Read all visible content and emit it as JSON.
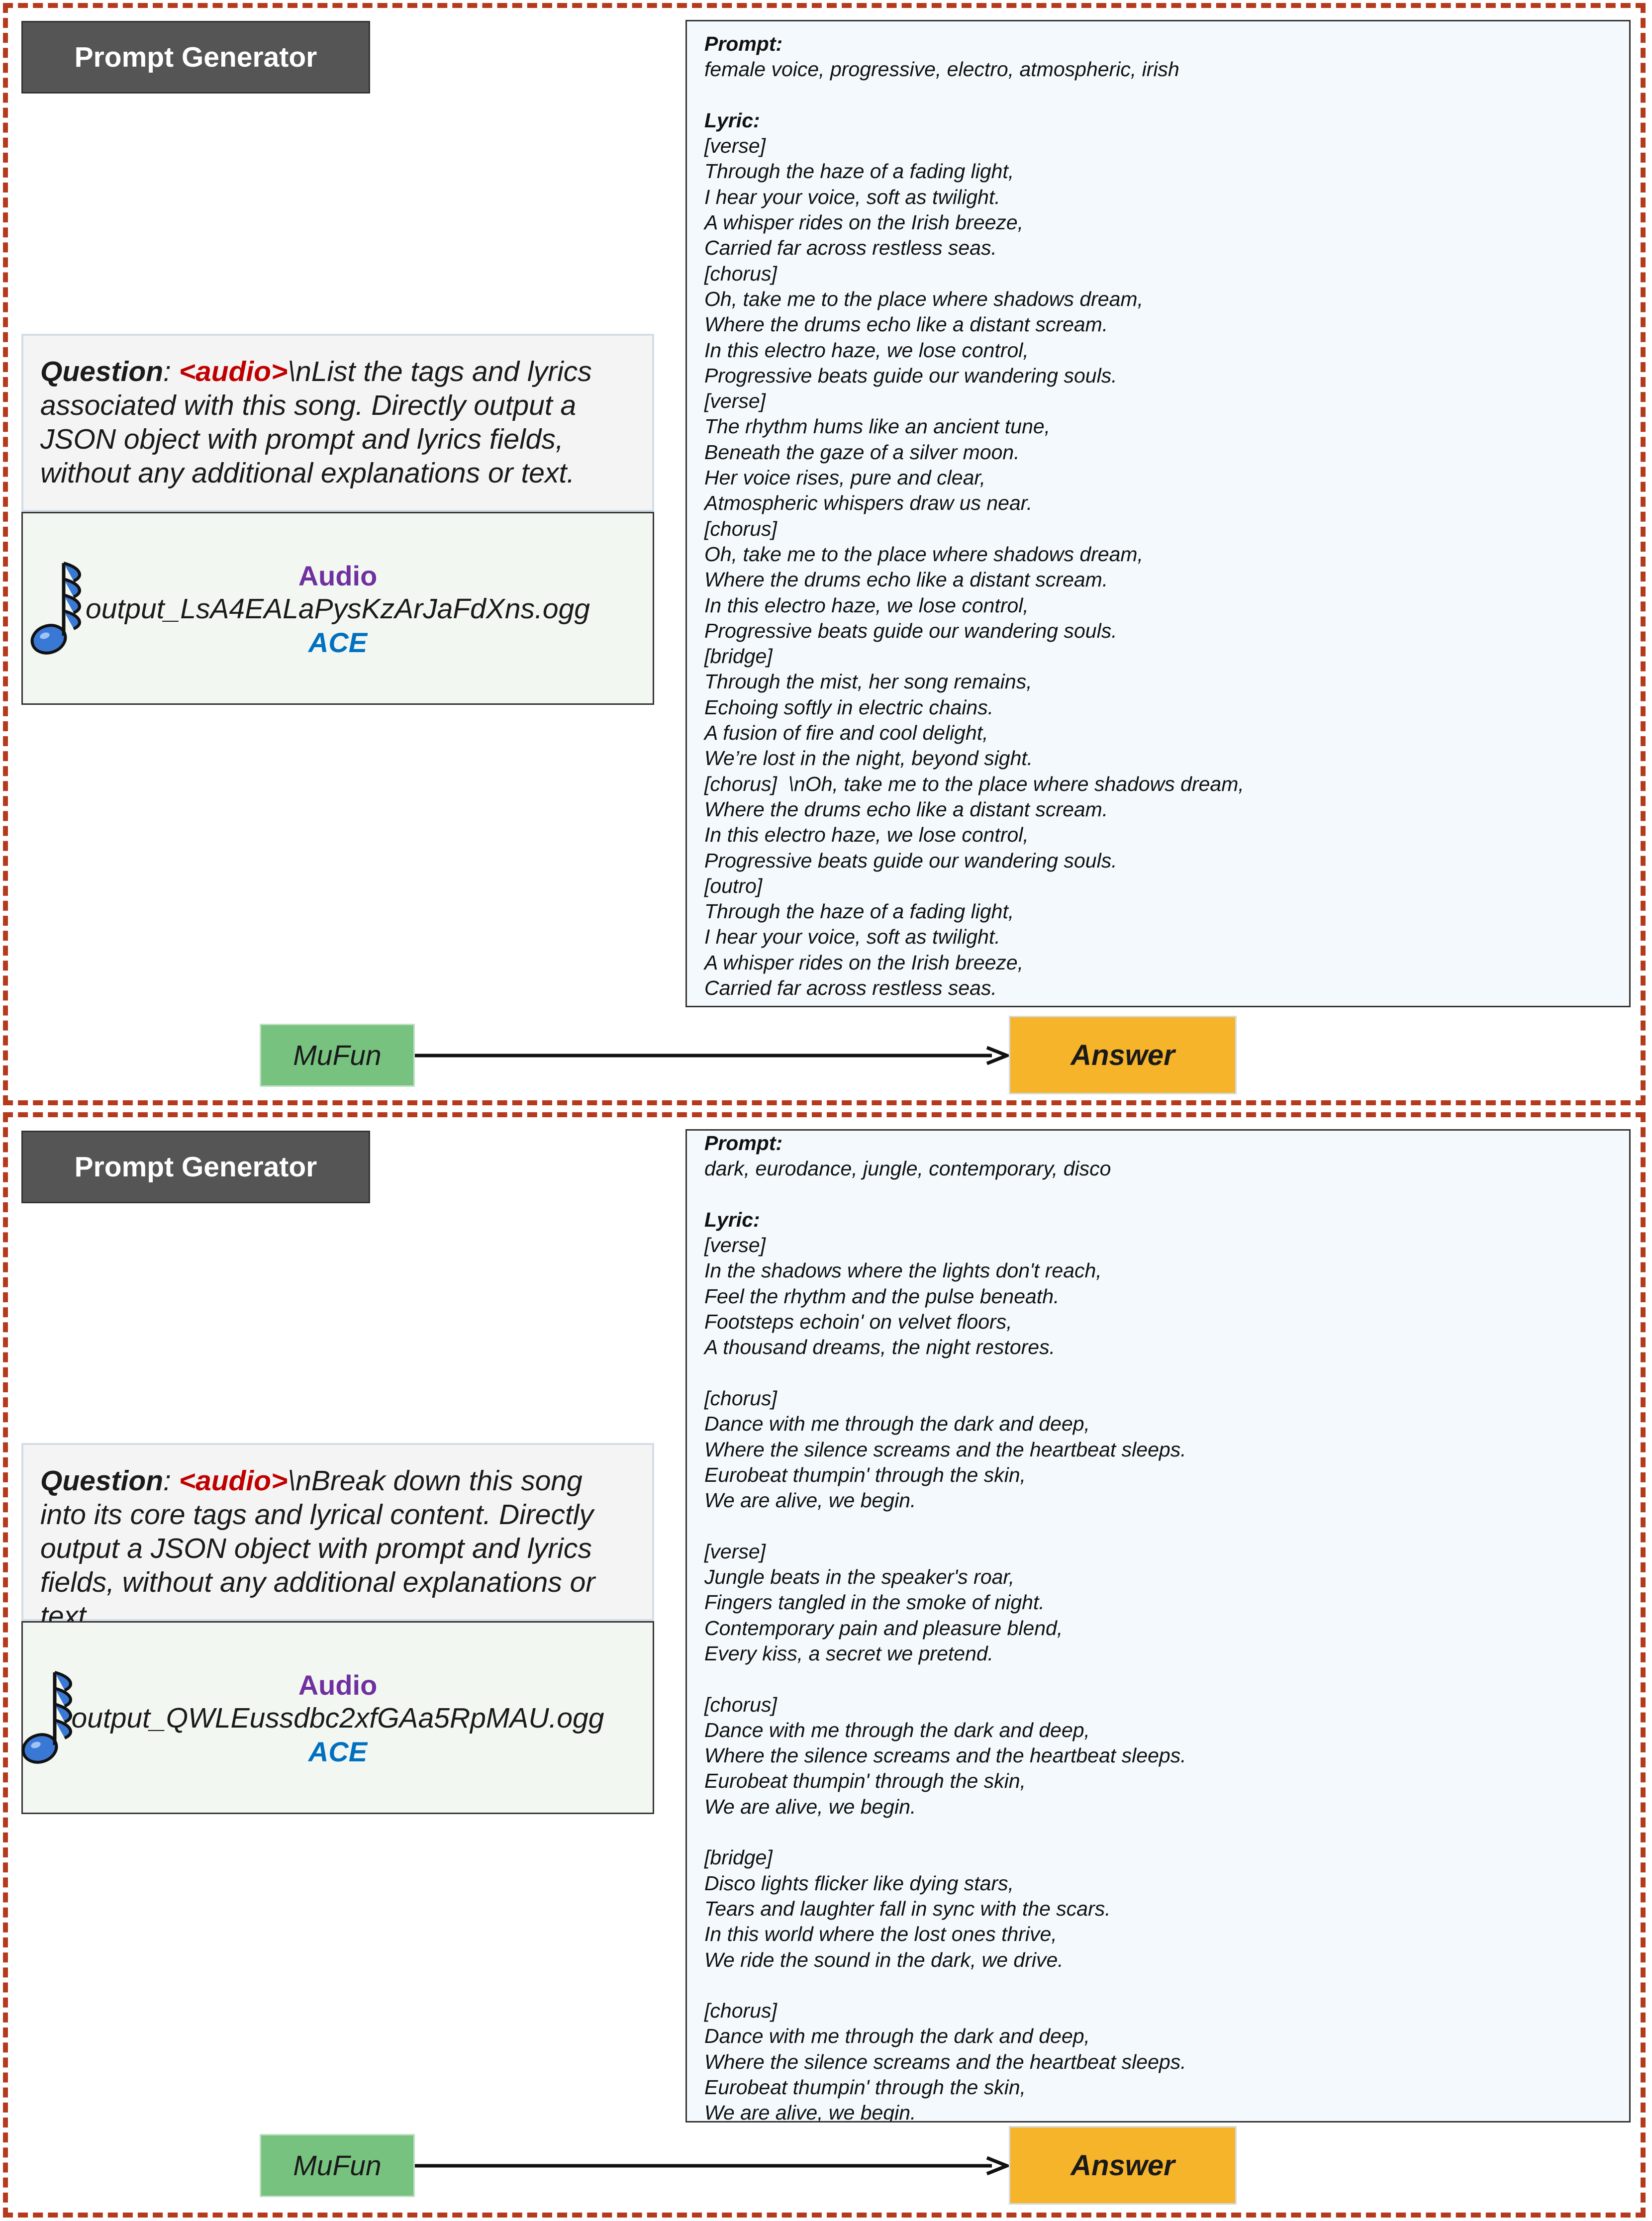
{
  "panels": [
    {
      "generator_label": "Prompt Generator",
      "question": {
        "label": "Question",
        "tag": "<audio>",
        "text": "\\nList the tags and lyrics associated with this song. Directly output a JSON object with prompt and lyrics fields, without any additional explanations or text."
      },
      "audio": {
        "label": "Audio",
        "file": "output_LsA4EALaPysKzArJaFdXns.ogg",
        "source": "ACE"
      },
      "answer_lines": [
        "Prompt:",
        "female voice, progressive, electro, atmospheric, irish",
        "",
        "Lyric:",
        "[verse]",
        "Through the haze of a fading light,",
        "I hear your voice, soft as twilight.",
        "A whisper rides on the Irish breeze,",
        "Carried far across restless seas.",
        "[chorus]",
        "Oh, take me to the place where shadows dream,",
        "Where the drums echo like a distant scream.",
        "In this electro haze, we lose control,",
        "Progressive beats guide our wandering souls.",
        "[verse]",
        "The rhythm hums like an ancient tune,",
        "Beneath the gaze of a silver moon.",
        "Her voice rises, pure and clear,",
        "Atmospheric whispers draw us near.",
        "[chorus]",
        "Oh, take me to the place where shadows dream,",
        "Where the drums echo like a distant scream.",
        "In this electro haze, we lose control,",
        "Progressive beats guide our wandering souls.",
        "[bridge]",
        "Through the mist, her song remains,",
        "Echoing softly in electric chains.",
        "A fusion of fire and cool delight,",
        "We’re lost in the night, beyond sight.",
        "[chorus]  \\nOh, take me to the place where shadows dream,",
        "Where the drums echo like a distant scream.",
        "In this electro haze, we lose control,",
        "Progressive beats guide our wandering souls.",
        "[outro]",
        "Through the haze of a fading light,",
        "I hear your voice, soft as twilight.",
        "A whisper rides on the Irish breeze,",
        "Carried far across restless seas."
      ],
      "model_label": "MuFun",
      "answer_label": "Answer"
    },
    {
      "generator_label": "Prompt Generator",
      "question": {
        "label": "Question",
        "tag": "<audio>",
        "text": "\\nBreak down this song into its core tags and lyrical content. Directly output a JSON object with prompt and lyrics fields, without any additional explanations or text."
      },
      "audio": {
        "label": "Audio",
        "file": "output_QWLEussdbc2xfGAa5RpMAU.ogg",
        "source": "ACE"
      },
      "answer_lines": [
        "Prompt:",
        "dark, eurodance, jungle, contemporary, disco",
        "",
        "Lyric:",
        "[verse]",
        "In the shadows where the lights don't reach,",
        "Feel the rhythm and the pulse beneath.",
        "Footsteps echoin' on velvet floors,",
        "A thousand dreams, the night restores.",
        "",
        "[chorus]",
        "Dance with me through the dark and deep,",
        "Where the silence screams and the heartbeat sleeps.",
        "Eurobeat thumpin' through the skin,",
        "We are alive, we begin.",
        "",
        "[verse]",
        "Jungle beats in the speaker's roar,",
        "Fingers tangled in the smoke of night.",
        "Contemporary pain and pleasure blend,",
        "Every kiss, a secret we pretend.",
        "",
        "[chorus]",
        "Dance with me through the dark and deep,",
        "Where the silence screams and the heartbeat sleeps.",
        "Eurobeat thumpin' through the skin,",
        "We are alive, we begin.",
        "",
        "[bridge]",
        "Disco lights flicker like dying stars,",
        "Tears and laughter fall in sync with the scars.",
        "In this world where the lost ones thrive,",
        "We ride the sound in the dark, we drive.",
        "",
        "[chorus]",
        "Dance with me through the dark and deep,",
        "Where the silence screams and the heartbeat sleeps.",
        "Eurobeat thumpin' through the skin,",
        "We are alive, we begin."
      ],
      "model_label": "MuFun",
      "answer_label": "Answer"
    }
  ]
}
